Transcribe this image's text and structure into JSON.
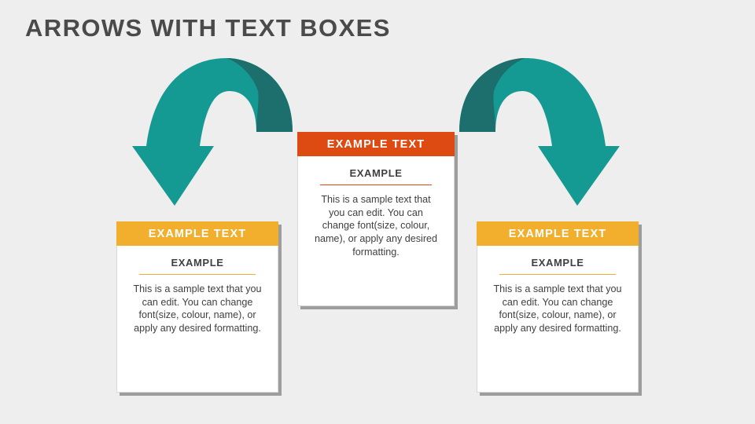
{
  "page": {
    "title": "ARROWS WITH TEXT BOXES",
    "background": "#eeeeee"
  },
  "colors": {
    "title": "#4a4a4a",
    "arrow_teal": "#159a93",
    "arrow_teal_dark": "#1c6f6c",
    "header_orange": "#dd4b13",
    "header_yellow": "#f2af2e",
    "shadow": "#9d9d9d",
    "card_bg": "#ffffff"
  },
  "cards": [
    {
      "id": "left",
      "header": "EXAMPLE TEXT",
      "subtitle": "EXAMPLE",
      "body": "This is a sample text that you can edit. You can change font(size, colour, name), or apply any desired formatting.",
      "accent": "#f2af2e"
    },
    {
      "id": "center",
      "header": "EXAMPLE TEXT",
      "subtitle": "EXAMPLE",
      "body": "This is a sample text that you can edit. You can change font(size, colour, name), or apply any desired formatting.",
      "accent": "#dd4b13"
    },
    {
      "id": "right",
      "header": "EXAMPLE TEXT",
      "subtitle": "EXAMPLE",
      "body": "This is a sample text that you can edit. You can change font(size, colour, name), or apply any desired formatting.",
      "accent": "#f2af2e"
    }
  ],
  "arrows": [
    {
      "id": "left-arrow",
      "direction": "curved-down-left",
      "color": "#159a93"
    },
    {
      "id": "right-arrow",
      "direction": "curved-down-right",
      "color": "#159a93"
    }
  ]
}
